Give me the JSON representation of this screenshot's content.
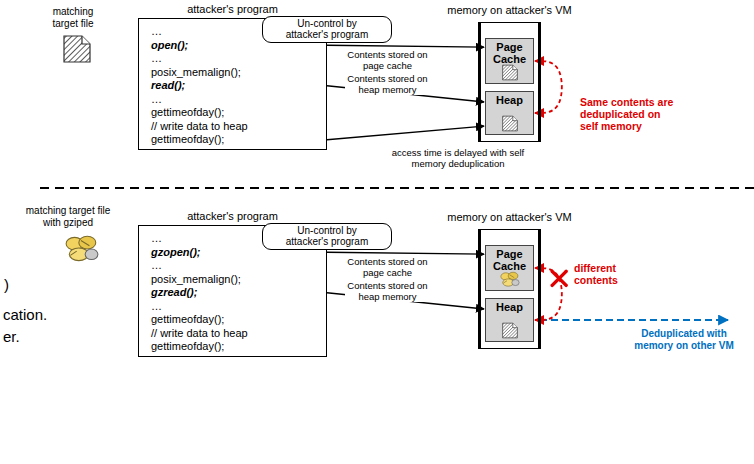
{
  "diagram": {
    "nodes": [
      {
        "text": [
          "attacker's program",
          "…",
          "open();",
          "…",
          "posix_memalign();",
          "read();",
          "…",
          "gettimeofday();",
          "// write data to heap",
          "gettimeofday();"
        ]
      },
      {
        "text": [
          "Un-control by attacker's program"
        ]
      },
      {
        "text": [
          "memory on attacker's VM"
        ]
      },
      {
        "text": [
          "Page Cache"
        ],
        "in": 2
      },
      {
        "text": [
          "Heap"
        ],
        "in": 2
      },
      {
        "text": [
          "attacker's program",
          "…",
          "gzopen();",
          "…",
          "posix_memalign();",
          "gzread();",
          "…",
          "gettimeofday();",
          "// write data to heap",
          "gettimeofday();"
        ]
      },
      {
        "text": [
          "Un-control by attacker's program"
        ]
      },
      {
        "text": [
          "memory on attacker's VM"
        ]
      },
      {
        "text": [
          "Page Cache"
        ],
        "in": 7
      },
      {
        "text": [
          "Heap"
        ],
        "in": 7
      }
    ],
    "edges": [
      {
        "from": 0,
        "to": 3,
        "arrow": "to",
        "label": "Contents stored on page cache"
      },
      {
        "from": 0,
        "to": 4,
        "arrow": "to",
        "label": "Contents stored on heap memory"
      },
      {
        "from": 0,
        "to": 4,
        "arrow": "to",
        "label": "access time is delayed with self memory deduplication"
      },
      {
        "from": 4,
        "to": 3,
        "arrow": "both",
        "label": "Same contents are deduplicated on self memory"
      },
      {
        "from": 5,
        "to": 8,
        "arrow": "to",
        "label": "Contents stored on page cache"
      },
      {
        "from": 5,
        "to": 9,
        "arrow": "to",
        "label": "Contents stored on heap memory"
      },
      {
        "from": 9,
        "to": 8,
        "arrow": "both",
        "label": "different contents"
      }
    ],
    "labels": [
      "matching target file",
      "matching target file with gziped",
      "Deduplicated with memory on other VM",
      ")",
      "cation.",
      "er."
    ]
  }
}
